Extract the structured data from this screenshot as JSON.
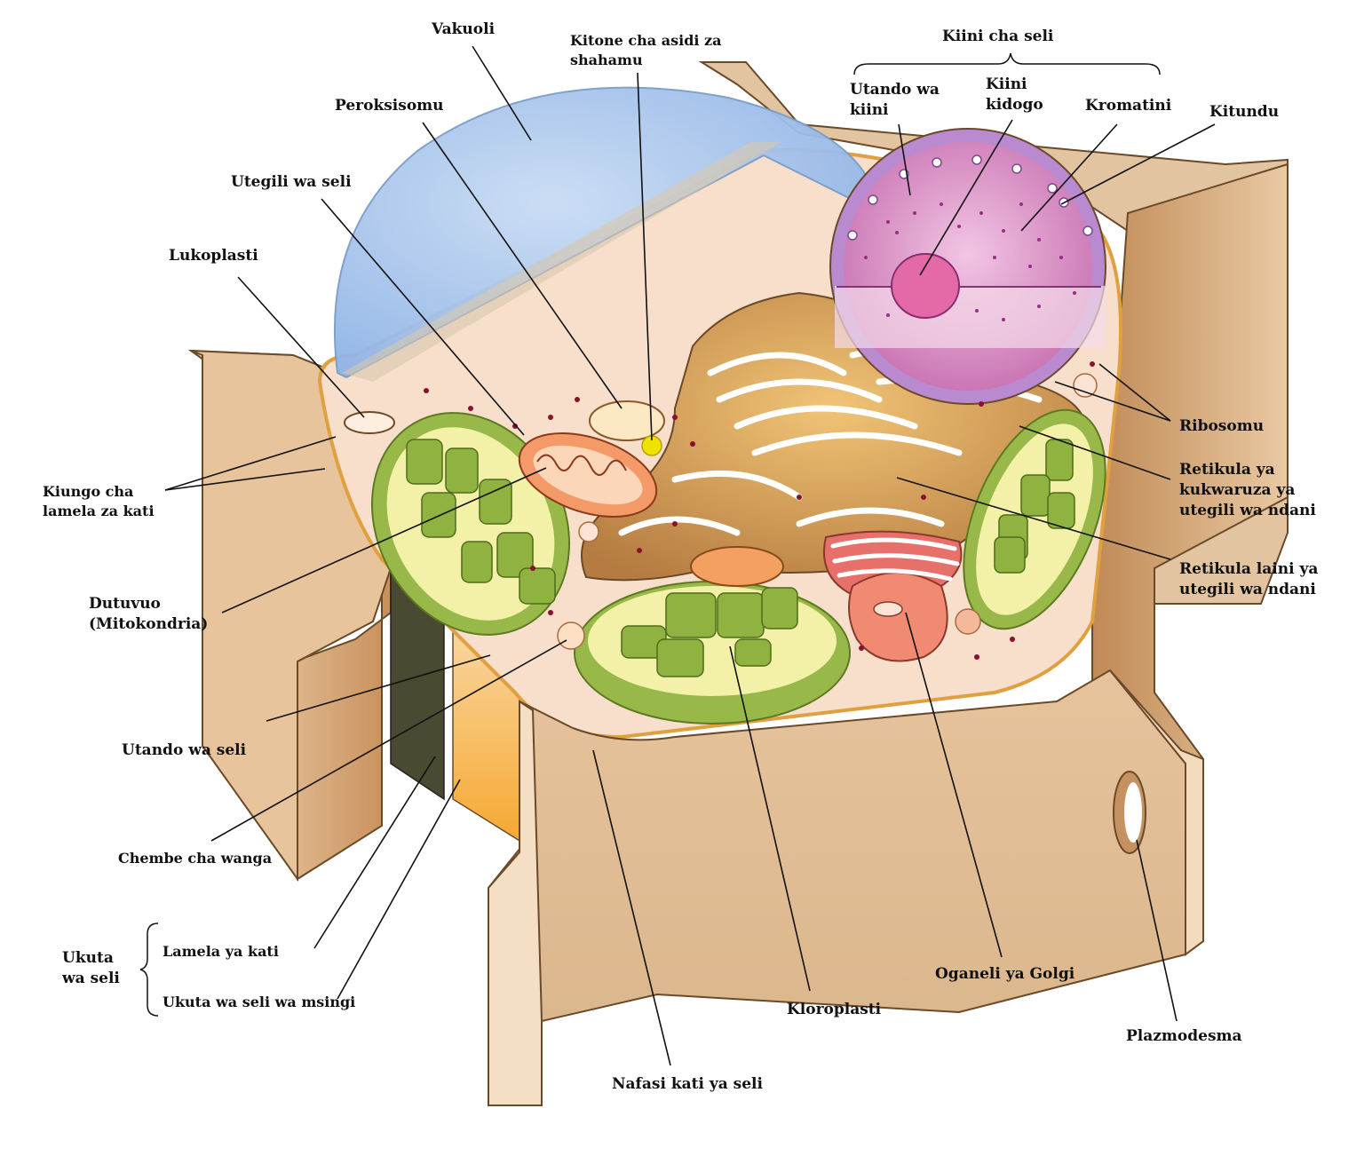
{
  "colors": {
    "wall": "#e2bd93",
    "wall_dark": "#c08a55",
    "cytoplasm": "#f6dcc6",
    "vacuole": "#a9c6ec",
    "chloroplast": "#a9c45a",
    "thylakoid": "#7ea33a",
    "mitochondrion": "#f3a26f",
    "nucleus": "#b98ad0",
    "nucleoplasm": "#d68fc0",
    "rough_er": "#b8844e",
    "golgi": "#e88a72",
    "ribosome": "#8a1030",
    "oil_body": "#f0e200",
    "starch": "#f4b548"
  },
  "labels": {
    "vakuoli": "Vakuoli",
    "kitone": "Kitone cha asidi za\nshahamu",
    "kiini_cha_seli": "Kiini cha seli",
    "utando_wa_kiini": "Utando wa\nkiini",
    "kiini_kidogo": "Kiini\nkidogo",
    "kromatini": "Kromatini",
    "kitundu": "Kitundu",
    "peroksisomu": "Peroksisomu",
    "utegili_wa_seli": "Utegili wa seli",
    "lukoplasti": "Lukoplasti",
    "kiungo": "Kiungo cha\nlamela za kati",
    "dutuvuo": "Dutuvuo\n(Mitokondria)",
    "utando_wa_seli": "Utando wa seli",
    "chembe_cha_wanga": "Chembe cha wanga",
    "ukuta_wa_seli": "Ukuta\nwa seli",
    "lamela_ya_kati": "Lamela ya kati",
    "ukuta_msingi": "Ukuta wa seli wa msingi",
    "ribosomu": "Ribosomu",
    "retikula_kukwaruza": "Retikula ya\nkukwaruza ya\nutegili wa ndani",
    "retikula_laini": "Retikula laini ya\nutegili wa ndani",
    "oganeli_golgi": "Oganeli ya Golgi",
    "kloroplasti": "Kloroplasti",
    "plazmodesma": "Plazmodesma",
    "nafasi_kati": "Nafasi kati ya seli"
  }
}
